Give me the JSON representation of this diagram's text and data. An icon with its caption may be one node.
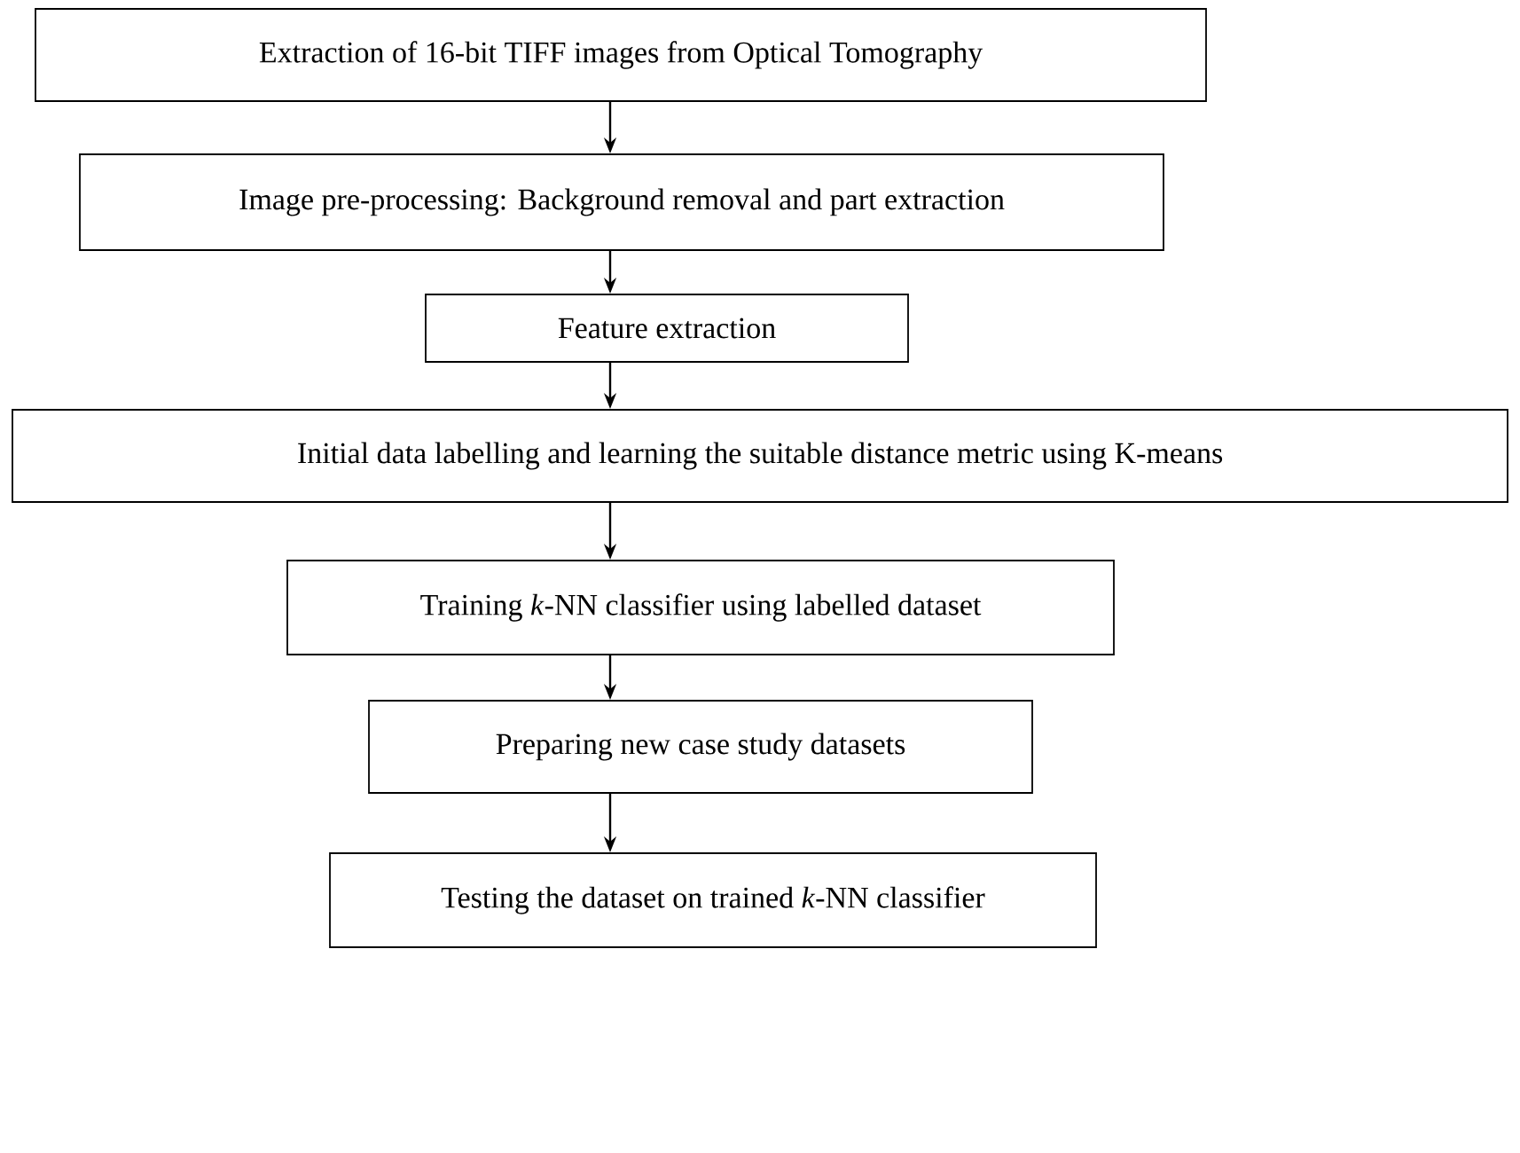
{
  "diagram": {
    "nodes": [
      {
        "text": [
          "Extraction of 16-bit TIFF images from Optical Tomography"
        ]
      },
      {
        "text": [
          "Image pre-processing: Background removal and part extraction"
        ]
      },
      {
        "text": [
          "Feature extraction"
        ]
      },
      {
        "text": [
          "Initial data labelling and learning the suitable distance metric using K-means"
        ]
      },
      {
        "text": [
          "Training *k*-NN classifier using labelled dataset"
        ]
      },
      {
        "text": [
          "Preparing new case study datasets"
        ]
      },
      {
        "text": [
          "Testing the dataset on trained *k*-NN classifier"
        ]
      }
    ],
    "edges": [
      {
        "from": 0,
        "to": 1,
        "arrow": "to"
      },
      {
        "from": 1,
        "to": 2,
        "arrow": "to"
      },
      {
        "from": 2,
        "to": 3,
        "arrow": "to"
      },
      {
        "from": 3,
        "to": 4,
        "arrow": "to"
      },
      {
        "from": 4,
        "to": 5,
        "arrow": "to"
      },
      {
        "from": 5,
        "to": 6,
        "arrow": "to"
      }
    ]
  }
}
